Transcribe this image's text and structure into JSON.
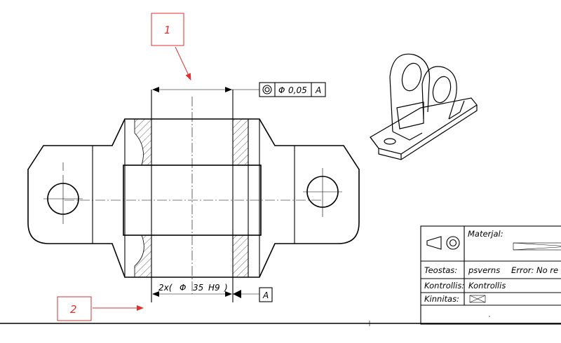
{
  "balloons": [
    {
      "label": "1",
      "color": "#e03030"
    },
    {
      "label": "2",
      "color": "#e03030"
    }
  ],
  "gdt_frame": {
    "symbol": "concentricity-icon",
    "diameter_symbol": "Φ",
    "tolerance": "0,05",
    "datum": "A"
  },
  "bore_dimension": {
    "prefix": "2x(",
    "diameter_symbol": "Φ",
    "value": "35",
    "fit": "H9",
    "suffix": ")"
  },
  "datum_label": "A",
  "title_block": {
    "material_label": "Materjal:",
    "rows": [
      {
        "label": "Teostas:",
        "value": "psverns",
        "extra": "Error: No re"
      },
      {
        "label": "Kontrollis:",
        "value": "Kontrollis",
        "extra": ""
      },
      {
        "label": "Kinnitas:",
        "value": "",
        "extra": ""
      }
    ]
  }
}
